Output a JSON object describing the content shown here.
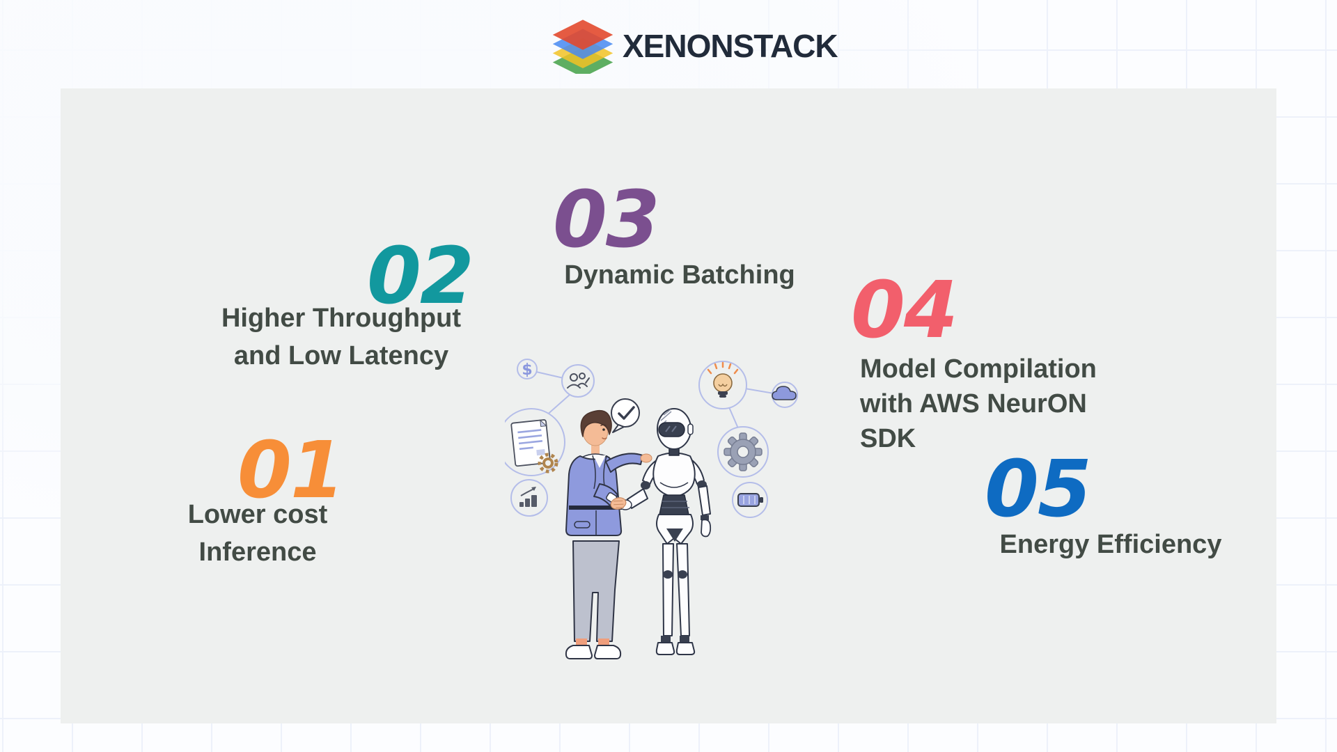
{
  "brand": {
    "name": "XENONSTACK"
  },
  "panel": {
    "steps": [
      {
        "number": "01",
        "color": "#F78E38",
        "label": "Lower cost Inference",
        "lines": [
          "Lower cost",
          "Inference"
        ]
      },
      {
        "number": "02",
        "color": "#12989E",
        "label": "Higher Throughput and Low Latency",
        "lines": [
          "Higher Throughput",
          "and Low Latency"
        ]
      },
      {
        "number": "03",
        "color": "#7B4F8F",
        "label": "Dynamic Batching",
        "lines": [
          "Dynamic Batching"
        ]
      },
      {
        "number": "04",
        "color": "#F25F6C",
        "label": "Model Compilation with AWS NeurON SDK",
        "lines": [
          "Model Compilation",
          "with AWS NeurON",
          "SDK"
        ]
      },
      {
        "number": "05",
        "color": "#0E6BC2",
        "label": "Energy Efficiency",
        "lines": [
          "Energy Efficiency"
        ]
      }
    ],
    "illustration_icons": [
      "dollar-icon",
      "users-icon",
      "document-gear-icon",
      "bar-chart-icon",
      "check-bubble-icon",
      "lightbulb-icon",
      "cloud-icon",
      "gear-icon",
      "battery-icon"
    ]
  },
  "colors": {
    "page_bg": "#FCFDFF",
    "grid_line": "#EDF1FA",
    "panel_bg": "#EEF0EF",
    "label_text": "#424B45",
    "logo_text": "#212B3A",
    "logo_layers": [
      "#E2492E",
      "#4688F1",
      "#F2C226",
      "#43A047"
    ],
    "accent_lavender": "#B4BDE9",
    "illustration_periwinkle": "#8E9ADD"
  }
}
